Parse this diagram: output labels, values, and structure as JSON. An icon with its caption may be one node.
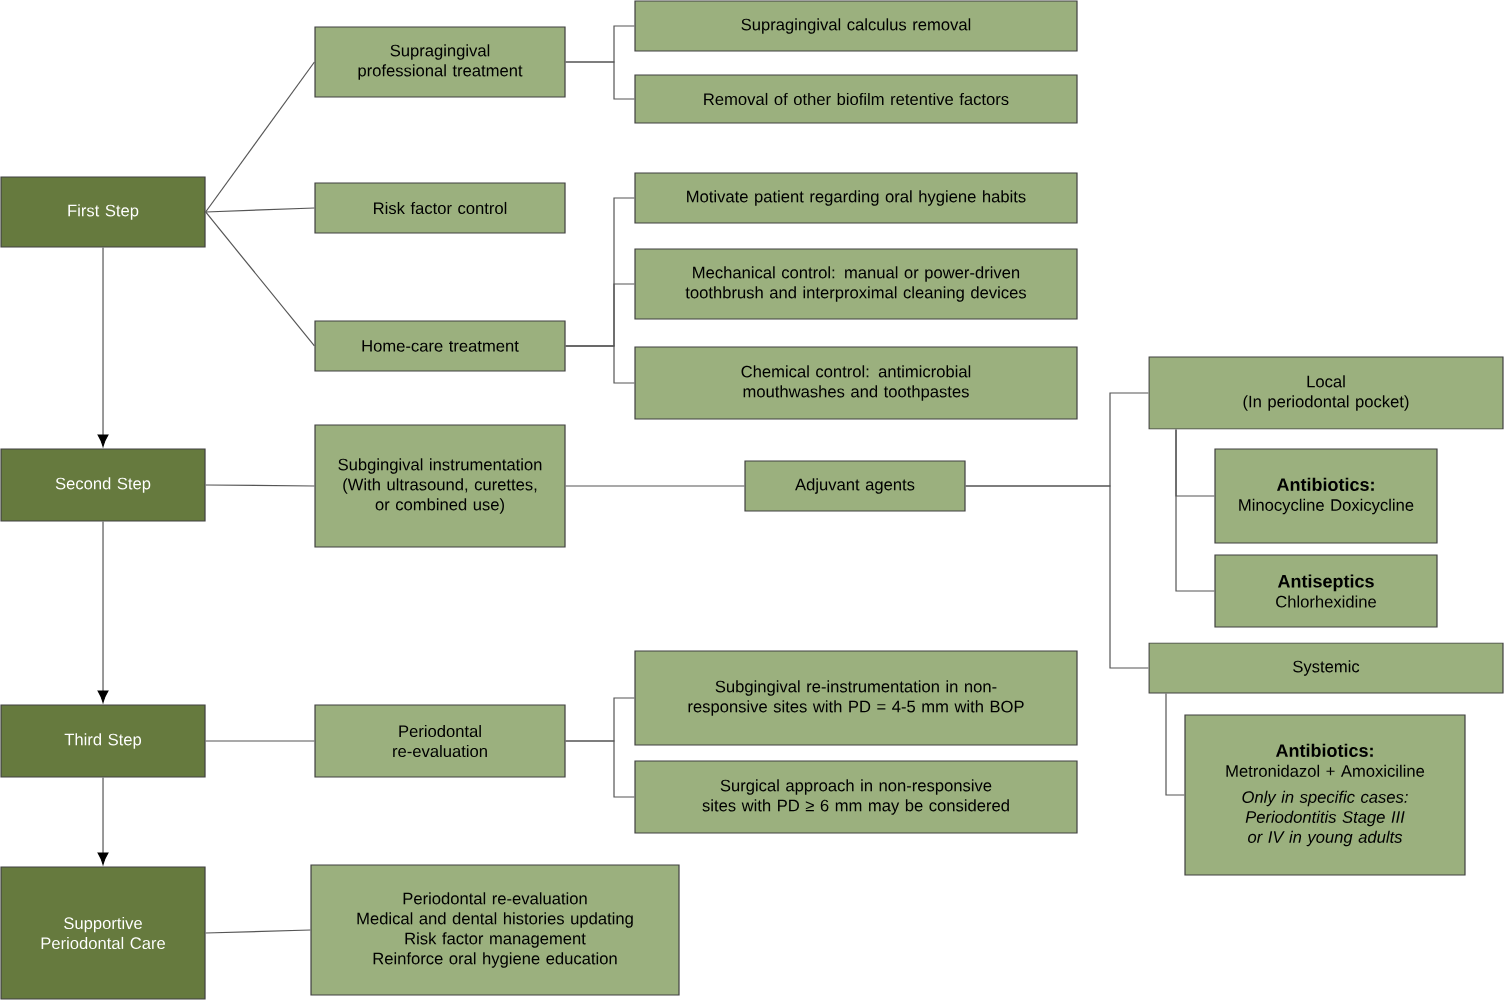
{
  "diagram": {
    "nodes": [
      {
        "text": [
          "First Step"
        ]
      },
      {
        "text": [
          "Supragingival professional treatment"
        ]
      },
      {
        "text": [
          "Supragingival calculus removal"
        ]
      },
      {
        "text": [
          "Removal of other biofilm retentive factors"
        ]
      },
      {
        "text": [
          "Risk factor control"
        ]
      },
      {
        "text": [
          "Home-care treatment"
        ]
      },
      {
        "text": [
          "Motivate patient regarding oral hygiene habits"
        ]
      },
      {
        "text": [
          "Mechanical control: manual or power-driven toothbrush and interproximal cleaning devices"
        ]
      },
      {
        "text": [
          "Chemical control: antimicrobial mouthwashes and toothpastes"
        ]
      },
      {
        "text": [
          "Second Step"
        ]
      },
      {
        "text": [
          "Subgingival instrumentation",
          "(With ultrasound, curettes, or combined use)"
        ]
      },
      {
        "text": [
          "Adjuvant agents"
        ]
      },
      {
        "text": [
          "Local",
          "(In periodontal pocket)"
        ]
      },
      {
        "text": [
          "Antibiotics:",
          "Minocycline Doxicycline"
        ]
      },
      {
        "text": [
          "Antiseptics",
          "Chlorhexidine"
        ]
      },
      {
        "text": [
          "Systemic"
        ]
      },
      {
        "text": [
          "Antibiotics:",
          "Metronidazol + Amoxiciline",
          "Only in specific cases: Periodontitis Stage III or IV in young adults"
        ]
      },
      {
        "text": [
          "Third Step"
        ]
      },
      {
        "text": [
          "Periodontal re-evaluation"
        ]
      },
      {
        "text": [
          "Subgingival re-instrumentation in non-responsive sites with PD = 4-5 mm with BOP"
        ]
      },
      {
        "text": [
          "Surgical approach in non-responsive sites with PD ≥ 6 mm may be considered"
        ]
      },
      {
        "text": [
          "Supportive Periodontal Care"
        ]
      },
      {
        "text": [
          "Periodontal re-evaluation",
          "Medical and dental histories updating",
          "Risk factor management",
          "Reinforce oral hygiene education"
        ]
      }
    ],
    "edges": [
      {
        "from": 0,
        "to": 1,
        "arrow": "none"
      },
      {
        "from": 0,
        "to": 4,
        "arrow": "none"
      },
      {
        "from": 0,
        "to": 5,
        "arrow": "none"
      },
      {
        "from": 1,
        "to": 2,
        "arrow": "none"
      },
      {
        "from": 1,
        "to": 3,
        "arrow": "none"
      },
      {
        "from": 5,
        "to": 6,
        "arrow": "none"
      },
      {
        "from": 5,
        "to": 7,
        "arrow": "none"
      },
      {
        "from": 5,
        "to": 8,
        "arrow": "none"
      },
      {
        "from": 0,
        "to": 9,
        "arrow": "to"
      },
      {
        "from": 9,
        "to": 10,
        "arrow": "none"
      },
      {
        "from": 10,
        "to": 11,
        "arrow": "none"
      },
      {
        "from": 11,
        "to": 12,
        "arrow": "none"
      },
      {
        "from": 11,
        "to": 15,
        "arrow": "none"
      },
      {
        "from": 12,
        "to": 13,
        "arrow": "none"
      },
      {
        "from": 12,
        "to": 14,
        "arrow": "none"
      },
      {
        "from": 15,
        "to": 16,
        "arrow": "none"
      },
      {
        "from": 9,
        "to": 17,
        "arrow": "to"
      },
      {
        "from": 17,
        "to": 18,
        "arrow": "none"
      },
      {
        "from": 18,
        "to": 19,
        "arrow": "none"
      },
      {
        "from": 18,
        "to": 20,
        "arrow": "none"
      },
      {
        "from": 17,
        "to": 21,
        "arrow": "to"
      },
      {
        "from": 21,
        "to": 22,
        "arrow": "none"
      }
    ]
  }
}
